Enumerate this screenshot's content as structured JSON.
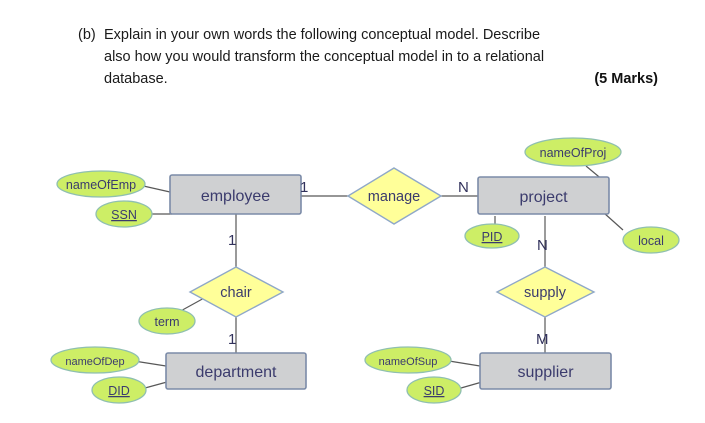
{
  "question": {
    "label": "(b)",
    "lines": [
      "Explain in your own words the following conceptual model. Describe",
      "also how you would transform the conceptual model in to a relational",
      "database."
    ],
    "marks": "(5 Marks)"
  },
  "diagram": {
    "type": "entity-relationship-diagram",
    "colors": {
      "entity_fill": "#cfd0d2",
      "entity_stroke": "#7b8ba8",
      "relationship_fill": "#ffff99",
      "relationship_stroke": "#8fa8c8",
      "attribute_fill": "#cdee66",
      "attribute_stroke": "#8fbfb0",
      "text": "#3b3b6d",
      "connector": "#585858"
    },
    "entities": [
      {
        "id": "employee",
        "label": "employee"
      },
      {
        "id": "project",
        "label": "project"
      },
      {
        "id": "department",
        "label": "department"
      },
      {
        "id": "supplier",
        "label": "supplier"
      }
    ],
    "relationships": [
      {
        "id": "manage",
        "label": "manage"
      },
      {
        "id": "chair",
        "label": "chair"
      },
      {
        "id": "supply",
        "label": "supply"
      }
    ],
    "attributes": [
      {
        "id": "nameOfEmp",
        "label": "nameOfEmp",
        "owner": "employee",
        "key": false
      },
      {
        "id": "SSN",
        "label": "SSN",
        "owner": "employee",
        "key": true
      },
      {
        "id": "nameOfProj",
        "label": "nameOfProj",
        "owner": "project",
        "key": false
      },
      {
        "id": "PID",
        "label": "PID",
        "owner": "project",
        "key": true
      },
      {
        "id": "local",
        "label": "local",
        "owner": "project",
        "key": false
      },
      {
        "id": "term",
        "label": "term",
        "owner": "chair",
        "key": false
      },
      {
        "id": "nameOfDep",
        "label": "nameOfDep",
        "owner": "department",
        "key": false
      },
      {
        "id": "DID",
        "label": "DID",
        "owner": "department",
        "key": true
      },
      {
        "id": "nameOfSup",
        "label": "nameOfSup",
        "owner": "supplier",
        "key": false
      },
      {
        "id": "SID",
        "label": "SID",
        "owner": "supplier",
        "key": true
      }
    ],
    "cardinalities": [
      {
        "id": "employee-manage",
        "label": "1",
        "edge": "employee-manage"
      },
      {
        "id": "manage-project",
        "label": "N",
        "edge": "manage-project"
      },
      {
        "id": "employee-chair",
        "label": "1",
        "edge": "employee-chair"
      },
      {
        "id": "chair-department",
        "label": "1",
        "edge": "chair-department"
      },
      {
        "id": "project-supply",
        "label": "N",
        "edge": "project-supply"
      },
      {
        "id": "supply-supplier",
        "label": "M",
        "edge": "supply-supplier"
      }
    ]
  }
}
